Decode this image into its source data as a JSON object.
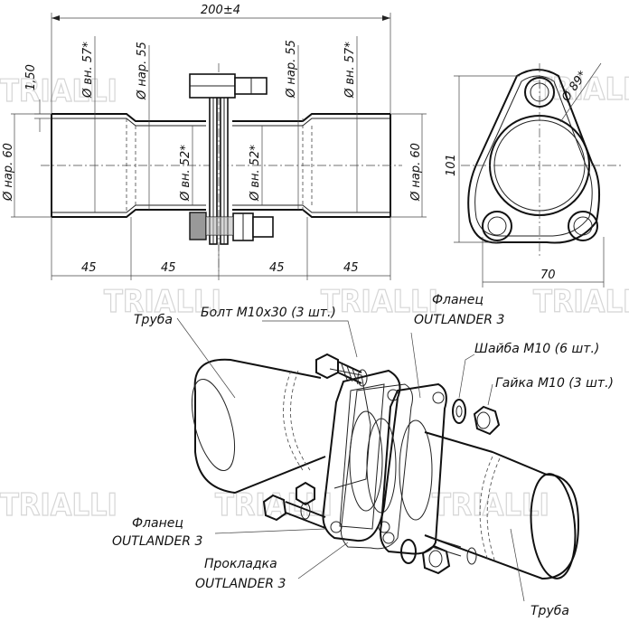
{
  "watermark": "TRIALLI",
  "drawing": {
    "top_view": {
      "overall_length": "200±4",
      "wall_thickness": "1,50",
      "pipe_od_left": "Ø нар. 60",
      "pipe_od_right": "Ø нар. 60",
      "expanded_id_left": "Ø вн. 57*",
      "expanded_id_right": "Ø вн. 57*",
      "neck_od_left": "Ø нар. 55",
      "neck_od_right": "Ø нар. 55",
      "neck_id_left": "Ø вн. 52*",
      "neck_id_right": "Ø вн. 52*",
      "seg1": "45",
      "seg2": "45",
      "seg3": "45",
      "seg4": "45"
    },
    "flange_view": {
      "hole_dia": "Ø 89*",
      "height": "101",
      "width": "70"
    },
    "exploded_view": {
      "pipe_left": "Труба",
      "pipe_right": "Труба",
      "bolt": "Болт М10х30 (3 шт.)",
      "flange_top_line1": "Фланец",
      "flange_top_line2": "OUTLANDER 3",
      "washer": "Шайба М10 (6 шт.)",
      "nut": "Гайка М10 (3 шт.)",
      "flange_bottom_line1": "Фланец",
      "flange_bottom_line2": "OUTLANDER 3",
      "gasket_line1": "Прокладка",
      "gasket_line2": "OUTLANDER 3"
    }
  }
}
